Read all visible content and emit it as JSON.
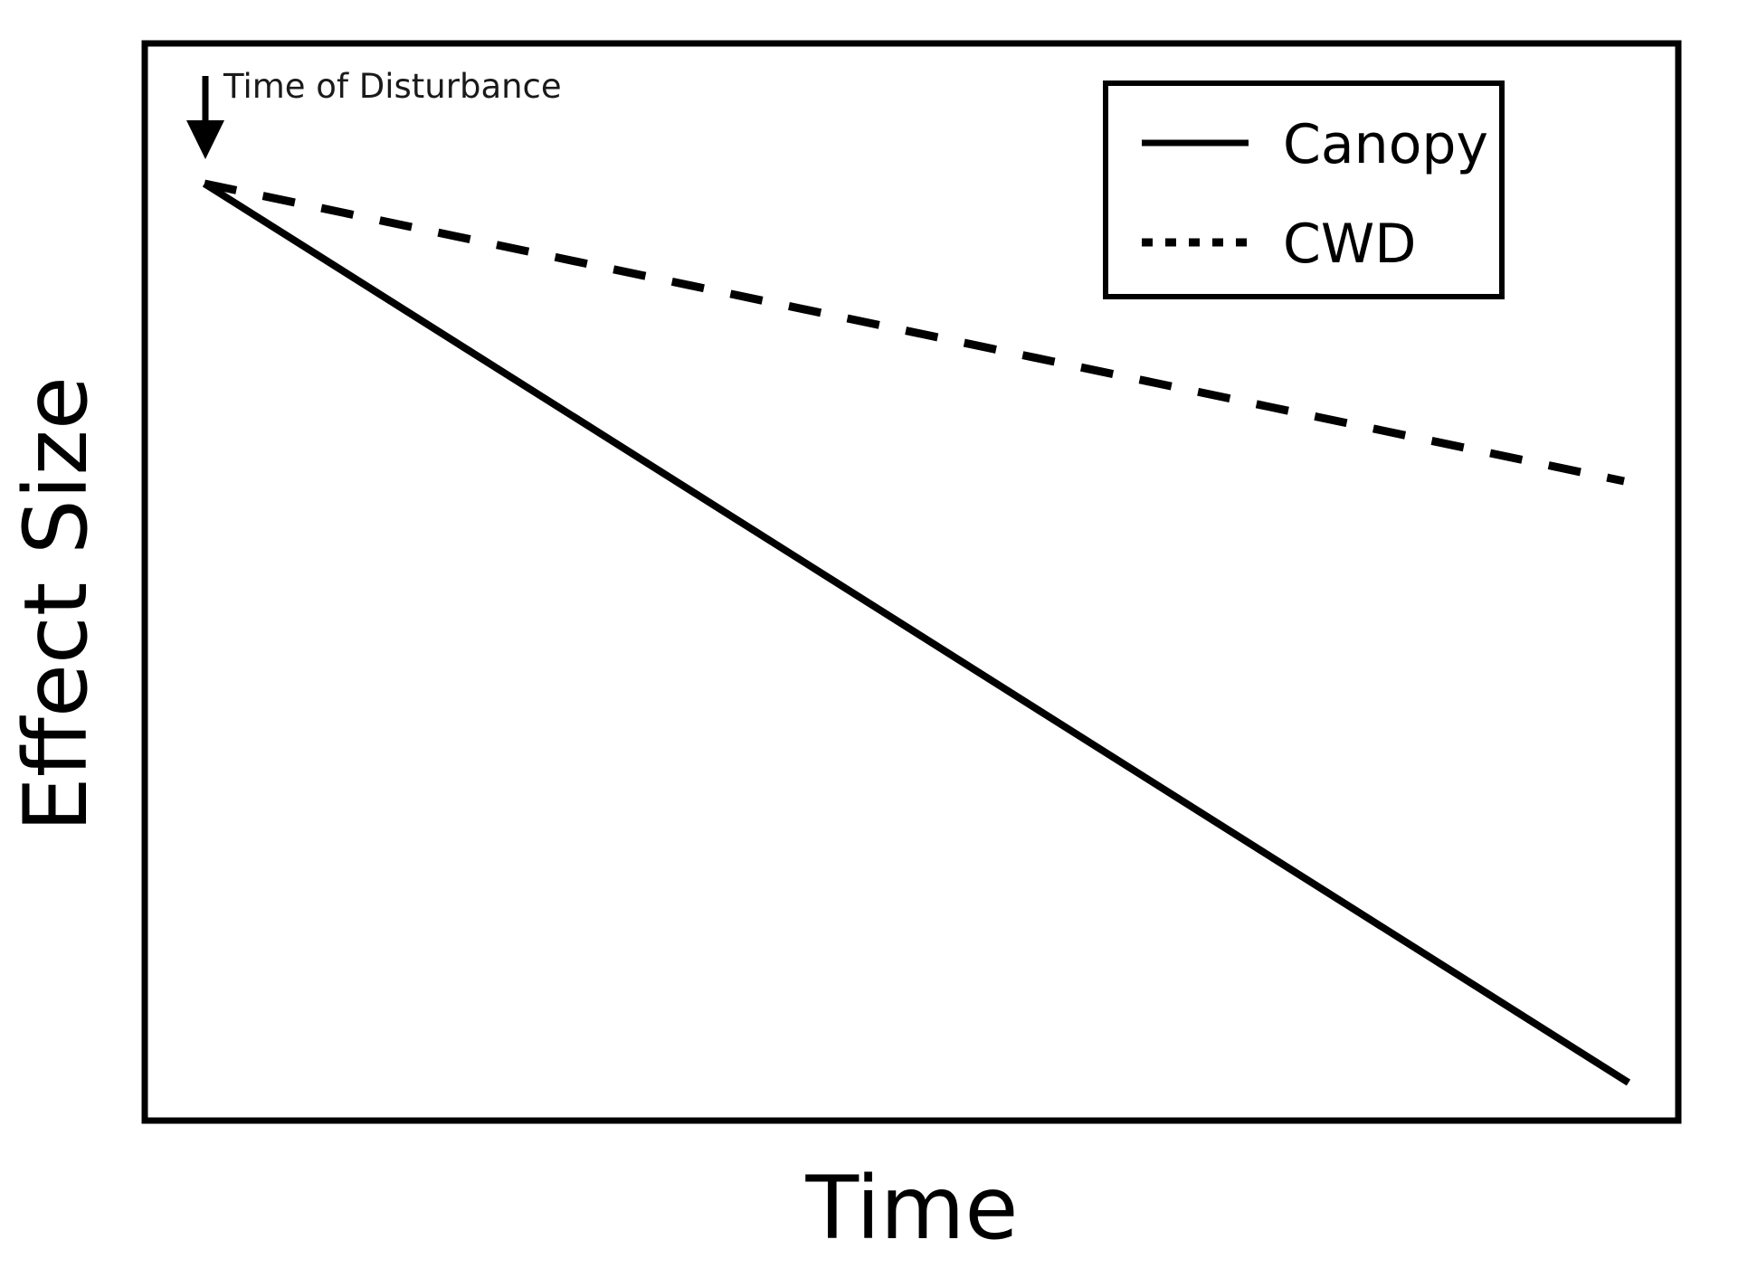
{
  "chart_data": {
    "type": "line",
    "title": "",
    "subtitle": "",
    "xlabel": "Time",
    "ylabel": "Effect Size",
    "grid": false,
    "axis_ticks": false,
    "legend_position": "top-right",
    "annotations": [
      {
        "text": "Time of Disturbance",
        "kind": "arrow-label",
        "arrow": "down",
        "points_to": "start of both series"
      }
    ],
    "x": [
      0,
      1
    ],
    "xlim": [
      0,
      1
    ],
    "ylim": [
      0,
      1
    ],
    "series": [
      {
        "name": "Canopy",
        "linestyle": "solid",
        "color": "#000000",
        "x": [
          0.039,
          0.967
        ],
        "values": [
          0.871,
          0.036
        ]
      },
      {
        "name": "CWD",
        "linestyle": "dashed",
        "color": "#000000",
        "x": [
          0.039,
          0.964
        ],
        "values": [
          0.871,
          0.594
        ]
      }
    ],
    "description": "Conceptual figure: effect size of Canopy declines steeply over time after a disturbance, while CWD (coarse woody debris) declines more gradually."
  },
  "figure": {
    "axis_label_x": "Time",
    "axis_label_y": "Effect Size",
    "annotation_label": "Time of Disturbance",
    "arrow_icon_name": "down-arrow-icon"
  },
  "legend": {
    "entries": [
      {
        "label": "Canopy",
        "style": "solid"
      },
      {
        "label": "CWD",
        "style": "dotted"
      }
    ]
  },
  "colors": {
    "ink": "#000000",
    "background": "#ffffff",
    "annotation_ink": "#1a1a1a"
  }
}
